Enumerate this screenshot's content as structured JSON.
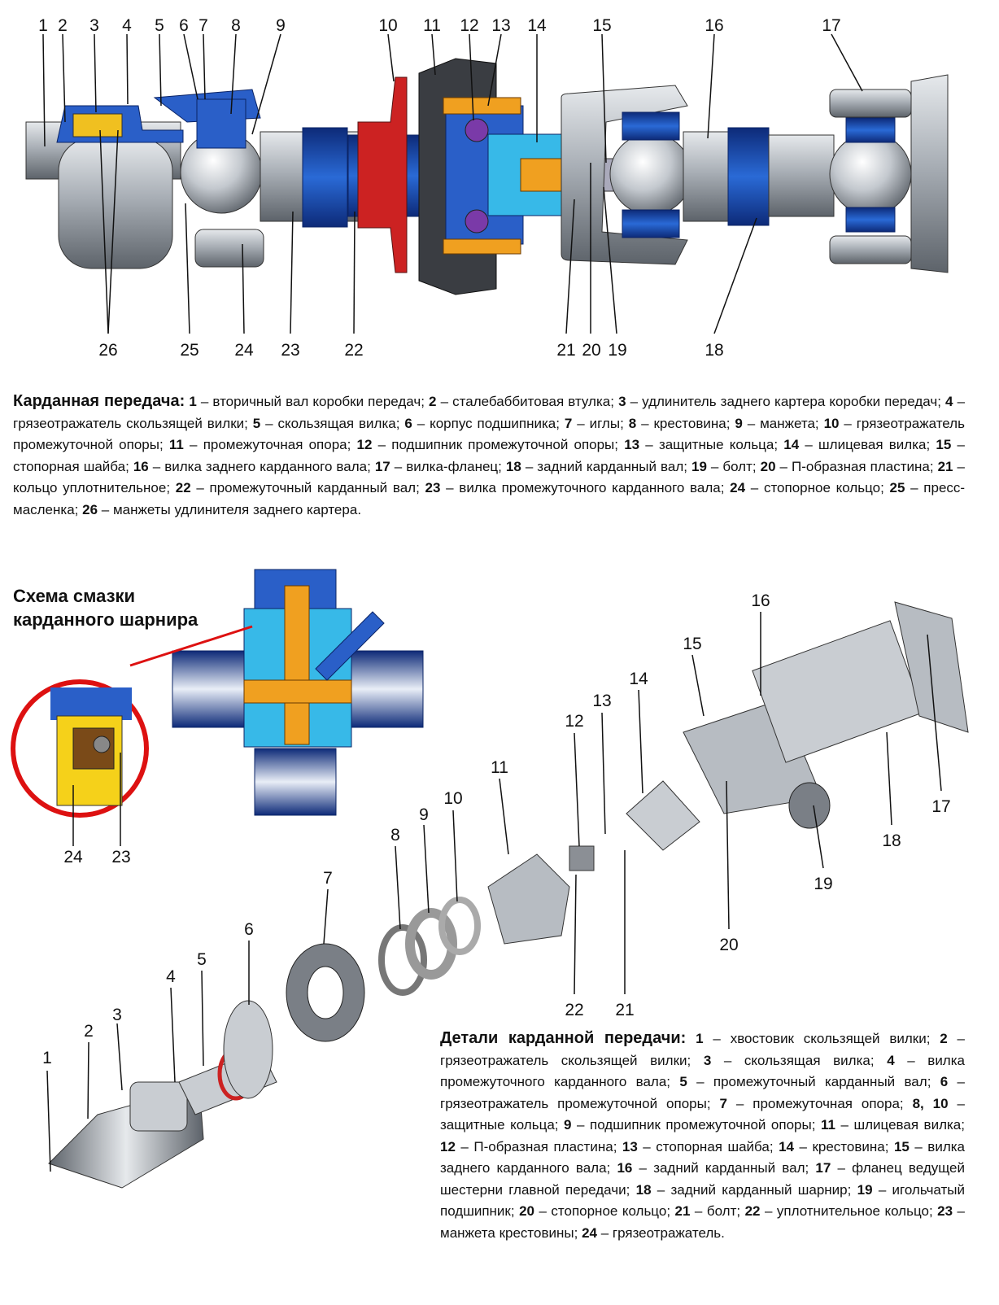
{
  "top_labels": [
    "1",
    "2",
    "3",
    "4",
    "5",
    "6",
    "7",
    "8",
    "9",
    "10",
    "11",
    "12",
    "13",
    "14",
    "15",
    "16",
    "17"
  ],
  "bottom_labels_top": [
    "26",
    "25",
    "24",
    "23",
    "22",
    "21",
    "20",
    "19",
    "18"
  ],
  "caption1": {
    "title": "Карданная передача:",
    "items": [
      {
        "n": "1",
        "t": "вторичный вал коробки передач"
      },
      {
        "n": "2",
        "t": "сталебаббитовая втулка"
      },
      {
        "n": "3",
        "t": "удлинитель заднего картера коробки передач"
      },
      {
        "n": "4",
        "t": "грязеотражатель скользящей вилки"
      },
      {
        "n": "5",
        "t": "скользящая вилка"
      },
      {
        "n": "6",
        "t": "корпус подшипника"
      },
      {
        "n": "7",
        "t": "иглы"
      },
      {
        "n": "8",
        "t": "крестовина"
      },
      {
        "n": "9",
        "t": "манжета"
      },
      {
        "n": "10",
        "t": "грязеотражатель промежуточной опоры"
      },
      {
        "n": "11",
        "t": "промежуточная опора"
      },
      {
        "n": "12",
        "t": "подшипник промежуточной опоры"
      },
      {
        "n": "13",
        "t": "защитные кольца"
      },
      {
        "n": "14",
        "t": "шлицевая вилка"
      },
      {
        "n": "15",
        "t": "стопорная шайба"
      },
      {
        "n": "16",
        "t": "вилка заднего карданного вала"
      },
      {
        "n": "17",
        "t": "вилка-фланец"
      },
      {
        "n": "18",
        "t": "задний карданный вал"
      },
      {
        "n": "19",
        "t": "болт"
      },
      {
        "n": "20",
        "t": "П-образная пластина"
      },
      {
        "n": "21",
        "t": "кольцо уплотнительное"
      },
      {
        "n": "22",
        "t": "промежуточный карданный вал"
      },
      {
        "n": "23",
        "t": "вилка промежуточного карданного вала"
      },
      {
        "n": "24",
        "t": "стопорное кольцо"
      },
      {
        "n": "25",
        "t": "пресс-масленка"
      },
      {
        "n": "26",
        "t": "манжеты удлинителя заднего картера"
      }
    ]
  },
  "lube_title_1": "Схема смазки",
  "lube_title_2": "карданного шарнира",
  "lube_labels": [
    "24",
    "23"
  ],
  "exploded_labels": [
    "1",
    "2",
    "3",
    "4",
    "5",
    "6",
    "7",
    "8",
    "9",
    "10",
    "11",
    "12",
    "13",
    "14",
    "15",
    "16",
    "17",
    "18",
    "19",
    "20",
    "21",
    "22"
  ],
  "caption2": {
    "title": "Детали карданной передачи:",
    "items": [
      {
        "n": "1",
        "t": "хвостовик скользящей вилки"
      },
      {
        "n": "2",
        "t": "грязеотражатель скользящей вилки"
      },
      {
        "n": "3",
        "t": "скользящая вилка"
      },
      {
        "n": "4",
        "t": "вилка промежуточного карданного вала"
      },
      {
        "n": "5",
        "t": "промежуточный карданный вал"
      },
      {
        "n": "6",
        "t": "грязеотражатель промежуточной опоры"
      },
      {
        "n": "7",
        "t": "промежуточная опора"
      },
      {
        "n": "8, 10",
        "t": "защитные кольца"
      },
      {
        "n": "9",
        "t": "подшипник промежуточной опоры"
      },
      {
        "n": "11",
        "t": "шлицевая вилка"
      },
      {
        "n": "12",
        "t": "П-образная пластина"
      },
      {
        "n": "13",
        "t": "стопорная шайба"
      },
      {
        "n": "14",
        "t": "крестовина"
      },
      {
        "n": "15",
        "t": "вилка заднего карданного вала"
      },
      {
        "n": "16",
        "t": "задний карданный вал"
      },
      {
        "n": "17",
        "t": "фланец ведущей шестерни главной передачи"
      },
      {
        "n": "18",
        "t": "задний карданный шарнир"
      },
      {
        "n": "19",
        "t": "игольчатый подшипник"
      },
      {
        "n": "20",
        "t": "стопорное кольцо"
      },
      {
        "n": "21",
        "t": "болт"
      },
      {
        "n": "22",
        "t": "уплотнительное кольцо"
      },
      {
        "n": "23",
        "t": "манжета крестовины"
      },
      {
        "n": "24",
        "t": "грязеотражатель"
      }
    ]
  },
  "colors": {
    "metal": "#b9bec4",
    "dark_metal": "#6f767e",
    "blue": "#1e4fb0",
    "cyan": "#37b9e8",
    "orange": "#f0a020",
    "red": "#cc2222",
    "purple": "#7a3aa8"
  }
}
